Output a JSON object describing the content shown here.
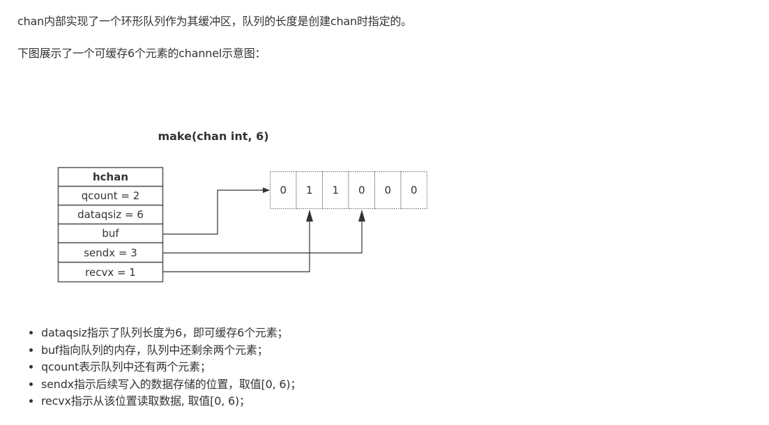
{
  "intro": {
    "line1": "chan内部实现了一个环形队列作为其缓冲区，队列的长度是创建chan时指定的。",
    "line2": "下图展示了一个可缓存6个元素的channel示意图："
  },
  "diagram": {
    "title": "make(chan int, 6)",
    "hchan": {
      "header": "hchan",
      "fields": [
        "qcount = 2",
        "dataqsiz = 6",
        "buf",
        "sendx = 3",
        "recvx = 1"
      ]
    },
    "buffer": [
      "0",
      "1",
      "1",
      "0",
      "0",
      "0"
    ]
  },
  "bullets": [
    "dataqsiz指示了队列长度为6，即可缓存6个元素；",
    "buf指向队列的内存，队列中还剩余两个元素；",
    "qcount表示队列中还有两个元素；",
    "sendx指示后续写入的数据存储的位置，取值[0, 6)；",
    "recvx指示从该位置读取数据, 取值[0, 6)；"
  ]
}
